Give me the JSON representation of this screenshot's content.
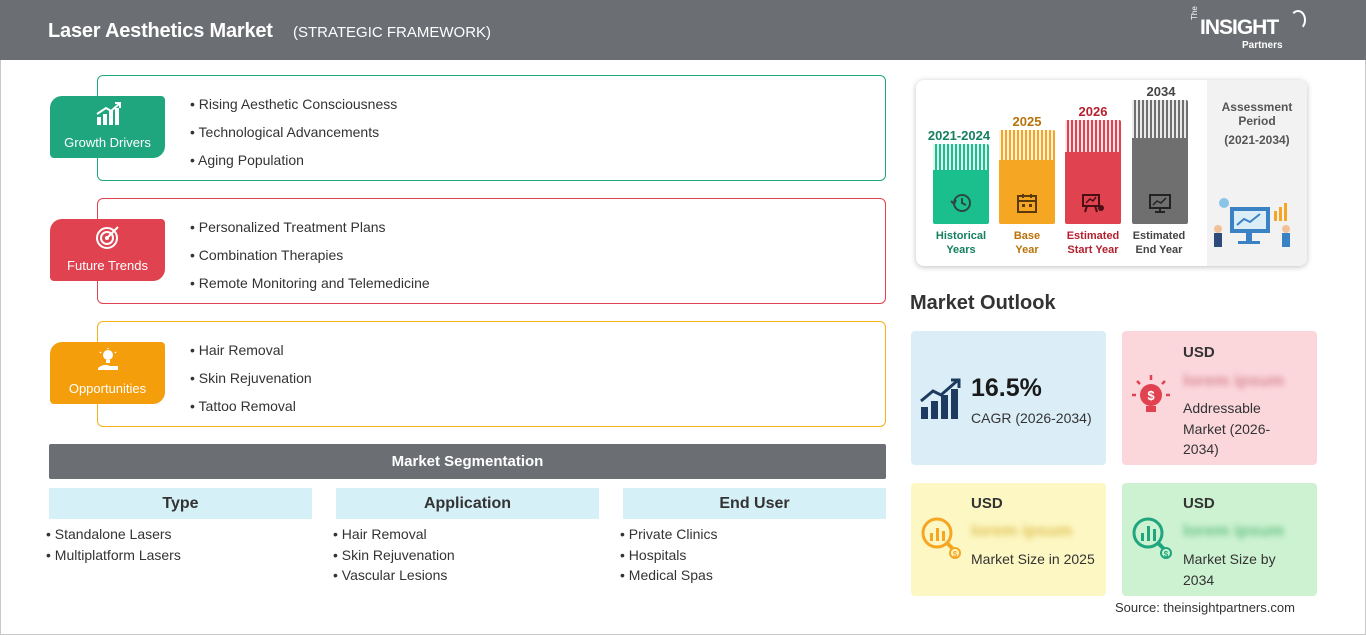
{
  "header": {
    "title": "Laser Aesthetics Market",
    "subtitle": "(STRATEGIC FRAMEWORK)",
    "logo": {
      "the": "The",
      "main": "INSIGHT",
      "partners": "Partners"
    }
  },
  "framework": [
    {
      "label": "Growth Drivers",
      "color": "#1fa67e",
      "items": [
        "Rising Aesthetic Consciousness",
        "Technological Advancements",
        "Aging Population"
      ]
    },
    {
      "label": "Future Trends",
      "color": "#e0424f",
      "items": [
        "Personalized Treatment Plans",
        "Combination Therapies",
        "Remote Monitoring and Telemedicine"
      ]
    },
    {
      "label": "Opportunities",
      "color": "#f59e0b",
      "items": [
        "Hair Removal",
        "Skin Rejuvenation",
        "Tattoo Removal"
      ]
    }
  ],
  "segmentation": {
    "title": "Market Segmentation",
    "columns": [
      {
        "heading": "Type",
        "items": [
          "Standalone Lasers",
          "Multiplatform Lasers"
        ]
      },
      {
        "heading": "Application",
        "items": [
          "Hair Removal",
          "Skin Rejuvenation",
          "Vascular Lesions"
        ]
      },
      {
        "heading": "End User",
        "items": [
          "Private Clinics",
          "Hospitals",
          "Medical Spas"
        ]
      }
    ]
  },
  "timeline": {
    "periods": [
      {
        "year": "2021-2024",
        "label_line1": "Historical",
        "label_line2": "Years",
        "color": "#1bbf8e",
        "text_color": "#14805f"
      },
      {
        "year": "2025",
        "label_line1": "Base",
        "label_line2": "Year",
        "color": "#f5a623",
        "text_color": "#b8720a"
      },
      {
        "year": "2026",
        "label_line1": "Estimated",
        "label_line2": "Start Year",
        "color": "#e0424f",
        "text_color": "#b5202e"
      },
      {
        "year": "2034",
        "label_line1": "Estimated",
        "label_line2": "End Year",
        "color": "#6f6f6f",
        "text_color": "#444444"
      }
    ],
    "assessment_title": "Assessment Period",
    "assessment_range": "(2021-2034)"
  },
  "outlook": {
    "title": "Market Outlook",
    "cagr_value": "16.5%",
    "cagr_label": "CAGR (2026-2034)",
    "addressable": {
      "currency": "USD",
      "value": "lorem ipsum",
      "label": "Addressable Market (2026-2034)"
    },
    "size_2025": {
      "currency": "USD",
      "value": "lorem ipsum",
      "label": "Market Size in 2025"
    },
    "size_2034": {
      "currency": "USD",
      "value": "lorem ipsum",
      "label": "Market Size by 2034"
    },
    "colors": {
      "blue": "#dbeef8",
      "pink": "#fbd7dc",
      "yellow": "#fdf7c3",
      "green": "#cdf2d1"
    }
  },
  "source": "Source: theinsightpartners.com"
}
